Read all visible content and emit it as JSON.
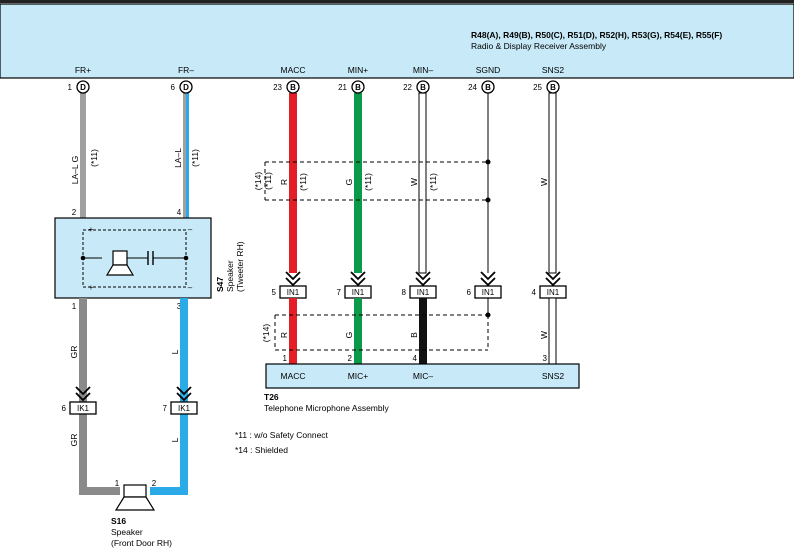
{
  "colors": {
    "header_bg": "#c8eaf8",
    "box_bg": "#c8eaf8",
    "gray_wire": "#a0a0a0",
    "dark_gray_wire": "#8a8a8a",
    "blue_wire": "#2aaae6",
    "red_wire": "#e41e26",
    "green_wire": "#0a9a4a",
    "black_wire": "#111111"
  },
  "receiver": {
    "codes": "R48(A), R49(B), R50(C), R51(D), R52(H), R53(G), R54(E), R55(F)",
    "name": "Radio & Display Receiver Assembly",
    "pins": [
      {
        "label": "FR+",
        "num": "1",
        "conn": "D"
      },
      {
        "label": "FR–",
        "num": "6",
        "conn": "D"
      },
      {
        "label": "MACC",
        "num": "23",
        "conn": "B"
      },
      {
        "label": "MIN+",
        "num": "21",
        "conn": "B"
      },
      {
        "label": "MIN–",
        "num": "22",
        "conn": "B"
      },
      {
        "label": "SGND",
        "num": "24",
        "conn": "B"
      },
      {
        "label": "SNS2",
        "num": "25",
        "conn": "B"
      }
    ]
  },
  "upper_wires": [
    {
      "color": "LA–L G",
      "note": "(*11)"
    },
    {
      "color": "LA–L",
      "note": "(*11)"
    },
    {
      "color": "R",
      "note": "(*11)"
    },
    {
      "color": "G",
      "note": "(*11)"
    },
    {
      "color": "W",
      "note": "(*11)"
    },
    {
      "color": "W",
      "note": ""
    }
  ],
  "tweeter": {
    "code": "S47",
    "name": "Speaker",
    "sub": "(Tweeter RH)",
    "pins": [
      "2",
      "4",
      "1",
      "3"
    ],
    "plus": "+",
    "minus": "–"
  },
  "in1_connectors": [
    {
      "num": "5",
      "label": "IN1"
    },
    {
      "num": "7",
      "label": "IN1"
    },
    {
      "num": "8",
      "label": "IN1"
    },
    {
      "num": "6",
      "label": "IN1"
    },
    {
      "num": "4",
      "label": "IN1"
    }
  ],
  "shield_notes": {
    "upper": "(*14)",
    "upper2": "(*11)",
    "lower": "(*14)"
  },
  "lower_mic_wires": [
    "R",
    "G",
    "B",
    "W"
  ],
  "mic": {
    "code": "T26",
    "name": "Telephone Microphone Assembly",
    "pins": [
      {
        "label": "MACC",
        "num": "1"
      },
      {
        "label": "MIC+",
        "num": "2"
      },
      {
        "label": "MIC–",
        "num": "4"
      },
      {
        "label": "SNS2",
        "num": "3"
      }
    ]
  },
  "speaker_wires": {
    "left_upper": "GR",
    "right_upper": "L",
    "left_lower": "GR",
    "right_lower": "L"
  },
  "ik1_connectors": [
    {
      "num": "6",
      "label": "IK1"
    },
    {
      "num": "7",
      "label": "IK1"
    }
  ],
  "front_speaker": {
    "code": "S16",
    "name": "Speaker",
    "sub": "(Front Door RH)",
    "pins": [
      "1",
      "2"
    ]
  },
  "notes": [
    "*11 : w/o Safety Connect",
    "*14 : Shielded"
  ]
}
